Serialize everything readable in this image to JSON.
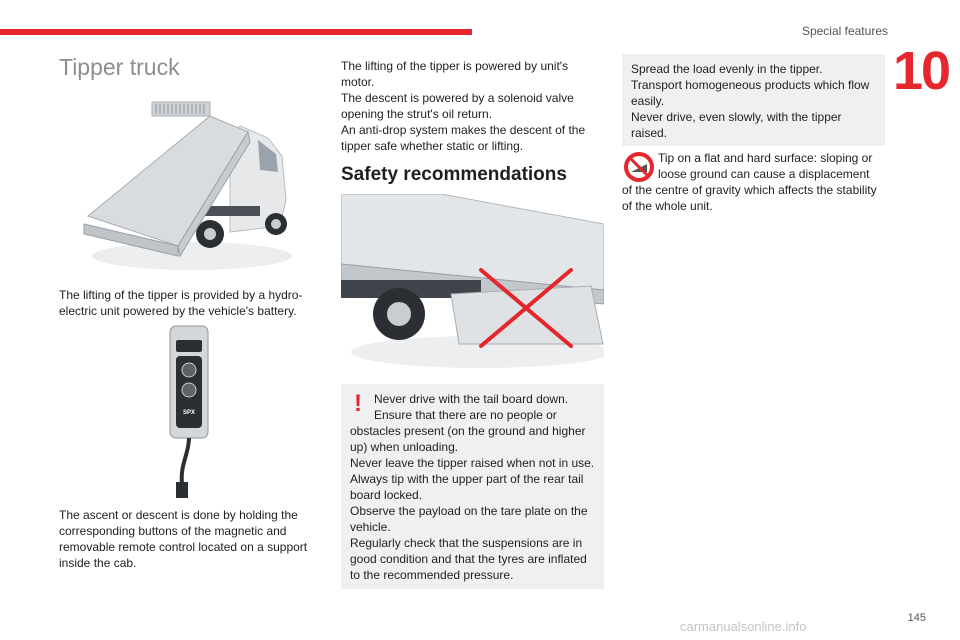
{
  "header": {
    "section": "Special features",
    "chapter": "10"
  },
  "col1": {
    "title": "Tipper truck",
    "para1": [
      "The lifting of the tipper is provided by a hydro-",
      "electric unit powered by the vehicle's battery."
    ],
    "remote_label": "SPX",
    "para2": [
      "The ascent or descent is done by holding the",
      "corresponding buttons of the magnetic and",
      "removable remote control located on a support",
      "inside the cab."
    ]
  },
  "col2": {
    "para": [
      "The lifting of the tipper is powered by unit's",
      "motor.",
      "The descent is powered by a solenoid valve",
      "opening the strut's oil return.",
      "An anti-drop system makes the descent of the",
      "tipper safe whether static or lifting."
    ],
    "heading": "Safety recommendations",
    "warning": {
      "mark": "!",
      "lines": [
        "Never drive with the tail board down.",
        "Ensure that there are no people or",
        "obstacles present (on the ground and higher",
        "up) when unloading.",
        "Never leave the tipper raised when not in use.",
        "Always tip with the upper part of the rear tail",
        "board locked.",
        "Observe the payload on the tare plate on the",
        "vehicle.",
        "Regularly check that the suspensions are in",
        "good condition and that the tyres are inflated",
        "to the recommended pressure."
      ]
    }
  },
  "col3": {
    "info": [
      "Spread the load evenly in the tipper.",
      "Transport homogeneous products which flow",
      "easily.",
      "Never drive, even slowly, with the tipper",
      "raised."
    ],
    "tip": [
      "Tip on a flat and hard surface: sloping or",
      "loose ground can cause a displacement",
      "of the centre of gravity which affects the stability",
      "of the whole unit."
    ]
  },
  "footer": {
    "page": "145",
    "watermark": "carmanualsonline.info"
  },
  "colors": {
    "accent": "#e5262c",
    "box_bg": "#eef0f1",
    "title_gray": "#8e8e8e"
  },
  "icons": [
    "tipper-truck-illustration",
    "remote-control-illustration",
    "truck-tailboard-crossed-illustration",
    "warning-exclamation-icon",
    "no-slope-prohibition-icon"
  ]
}
